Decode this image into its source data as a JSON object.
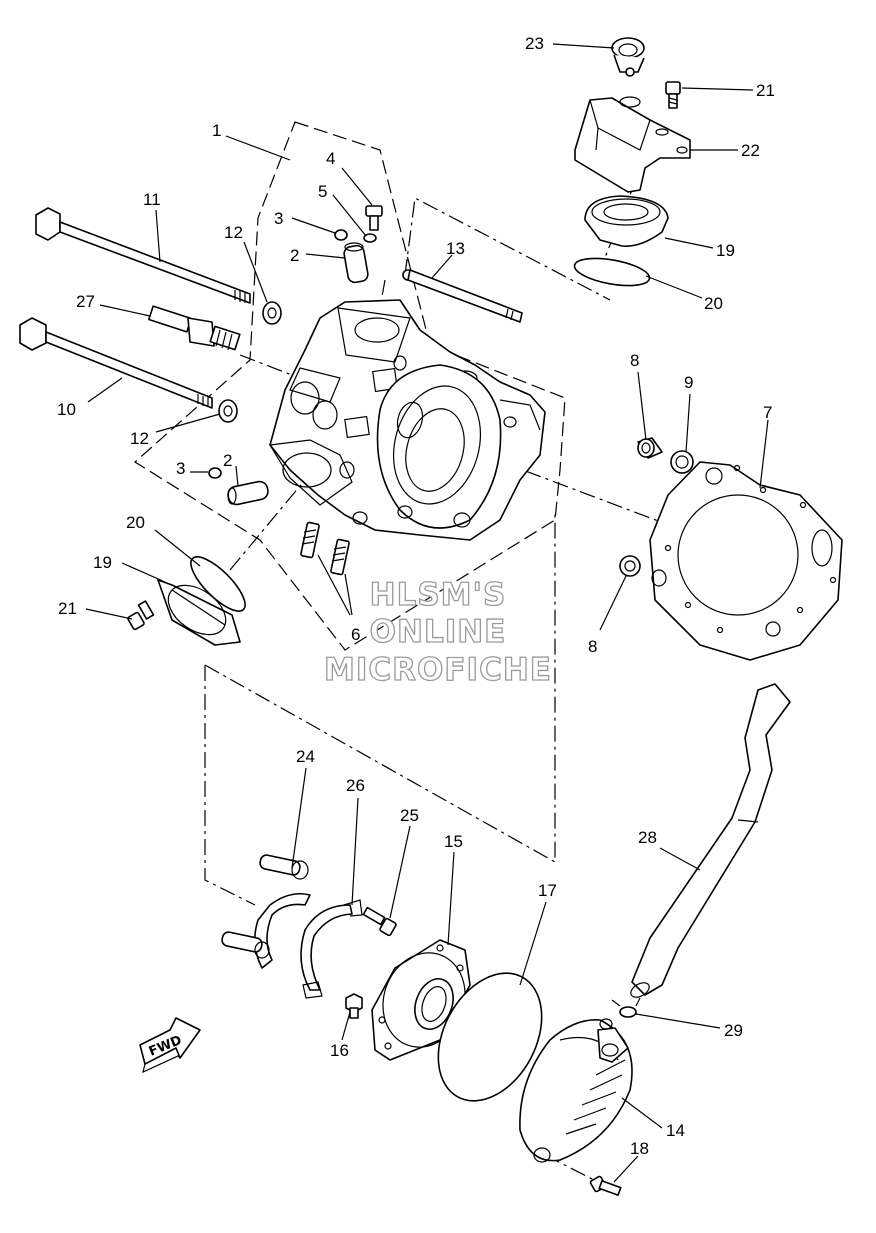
{
  "watermark": {
    "line1": "HLSM'S",
    "line2": "ONLINE",
    "line3": "MICROFICHE"
  },
  "direction_badge": "FWD",
  "callouts": {
    "c1": "1",
    "c2a": "2",
    "c2b": "2",
    "c3a": "3",
    "c3b": "3",
    "c4": "4",
    "c5": "5",
    "c6": "6",
    "c7": "7",
    "c8a": "8",
    "c8b": "8",
    "c9": "9",
    "c10": "10",
    "c11": "11",
    "c12a": "12",
    "c12b": "12",
    "c13": "13",
    "c14": "14",
    "c15": "15",
    "c16": "16",
    "c17": "17",
    "c18": "18",
    "c19a": "19",
    "c19b": "19",
    "c20a": "20",
    "c20b": "20",
    "c21a": "21",
    "c21b": "21",
    "c22": "22",
    "c23": "23",
    "c24": "24",
    "c25": "25",
    "c26": "26",
    "c27": "27",
    "c28": "28",
    "c29": "29"
  }
}
